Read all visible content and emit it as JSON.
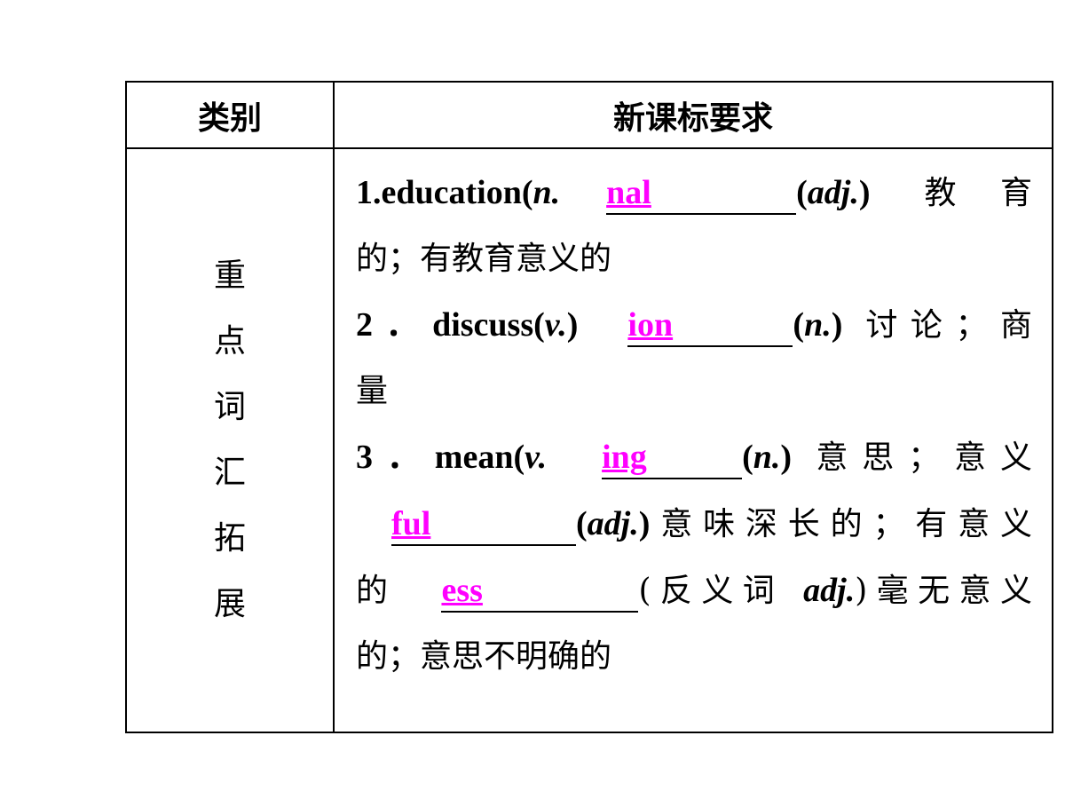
{
  "table": {
    "headers": [
      "类别",
      "新课标要求"
    ],
    "category": [
      "重",
      "点",
      "词",
      "汇",
      "拓",
      "展"
    ],
    "colors": {
      "answer": "#ff00ff",
      "text": "#000000",
      "border": "#000000"
    },
    "items": [
      {
        "prefix": "1.education(",
        "pos": "n.",
        "answer": "nal",
        "suffix_open": "(",
        "suffix_pos": "adj.",
        "suffix_close": ")",
        "meaning_a": "教育",
        "meaning_b": "的；有教育意义的"
      },
      {
        "prefix": "2．discuss(",
        "pos": "v.",
        "close": ")",
        "answer": "ion",
        "suffix_open": "(",
        "suffix_pos": "n.",
        "suffix_close": ")",
        "meaning_a": "讨论；商",
        "meaning_b": "量"
      },
      {
        "prefix": "3．mean(",
        "pos": "v.",
        "answer": "ing",
        "suffix_open": "(",
        "suffix_pos": "n.",
        "suffix_close": ")",
        "meaning_a": "意思；意义",
        "answer2": "ful",
        "suffix2_open": "(",
        "suffix2_pos": "adj.",
        "suffix2_close": ")",
        "meaning2": "意味深长的；有意义",
        "lead3": "的",
        "answer3": "ess",
        "meaning3_open": "(反义词",
        "meaning3_pos": "adj.",
        "meaning3_close": ")毫无意义",
        "meaning3_b": "的；意思不明确的"
      }
    ]
  }
}
